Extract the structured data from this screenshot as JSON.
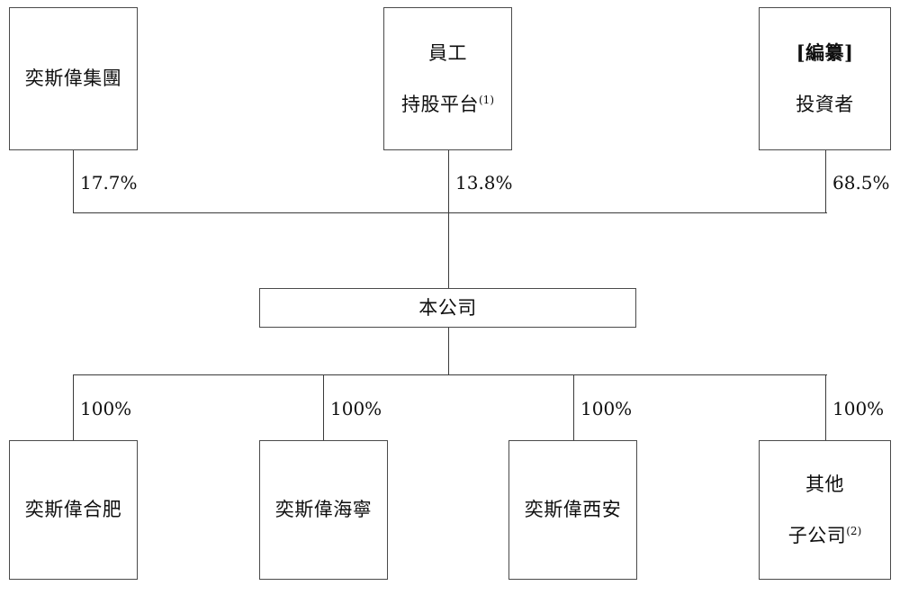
{
  "diagram": {
    "type": "org-shareholding-chart",
    "background_color": "#ffffff",
    "line_color": "#3a3a3a",
    "box_border_color": "#4a4a4a"
  },
  "shareholders": [
    {
      "id": "yisiwei-group",
      "lines": [
        "奕斯偉集團"
      ],
      "bold_lines": [],
      "superscript": "",
      "ownership": "17.7%"
    },
    {
      "id": "employee-holding-platform",
      "lines": [
        "員工",
        "持股平台"
      ],
      "bold_lines": [],
      "superscript": "(1)",
      "ownership": "13.8%"
    },
    {
      "id": "investors",
      "lines": [
        "[編纂]",
        "投資者"
      ],
      "bold_lines": [
        "[編纂]"
      ],
      "superscript": "",
      "ownership": "68.5%"
    }
  ],
  "company": {
    "id": "the-company",
    "label": "本公司"
  },
  "subsidiaries": [
    {
      "id": "yisiwei-hefei",
      "lines": [
        "奕斯偉合肥"
      ],
      "superscript": "",
      "ownership": "100%"
    },
    {
      "id": "yisiwei-haining",
      "lines": [
        "奕斯偉海寧"
      ],
      "superscript": "",
      "ownership": "100%"
    },
    {
      "id": "yisiwei-xian",
      "lines": [
        "奕斯偉西安"
      ],
      "superscript": "",
      "ownership": "100%"
    },
    {
      "id": "other-subsidiaries",
      "lines": [
        "其他",
        "子公司"
      ],
      "superscript": "(2)",
      "ownership": "100%"
    }
  ],
  "chart_data": {
    "type": "diagram",
    "title": "",
    "nodes": [
      {
        "name": "奕斯偉集團",
        "level": "shareholder"
      },
      {
        "name": "員工持股平台(1)",
        "level": "shareholder"
      },
      {
        "name": "[編纂]投資者",
        "level": "shareholder"
      },
      {
        "name": "本公司",
        "level": "company"
      },
      {
        "name": "奕斯偉合肥",
        "level": "subsidiary"
      },
      {
        "name": "奕斯偉海寧",
        "level": "subsidiary"
      },
      {
        "name": "奕斯偉西安",
        "level": "subsidiary"
      },
      {
        "name": "其他子公司(2)",
        "level": "subsidiary"
      }
    ],
    "edges": [
      {
        "from": "奕斯偉集團",
        "to": "本公司",
        "value": "17.7%"
      },
      {
        "from": "員工持股平台(1)",
        "to": "本公司",
        "value": "13.8%"
      },
      {
        "from": "[編纂]投資者",
        "to": "本公司",
        "value": "68.5%"
      },
      {
        "from": "本公司",
        "to": "奕斯偉合肥",
        "value": "100%"
      },
      {
        "from": "本公司",
        "to": "奕斯偉海寧",
        "value": "100%"
      },
      {
        "from": "本公司",
        "to": "奕斯偉西安",
        "value": "100%"
      },
      {
        "from": "本公司",
        "to": "其他子公司(2)",
        "value": "100%"
      }
    ]
  }
}
